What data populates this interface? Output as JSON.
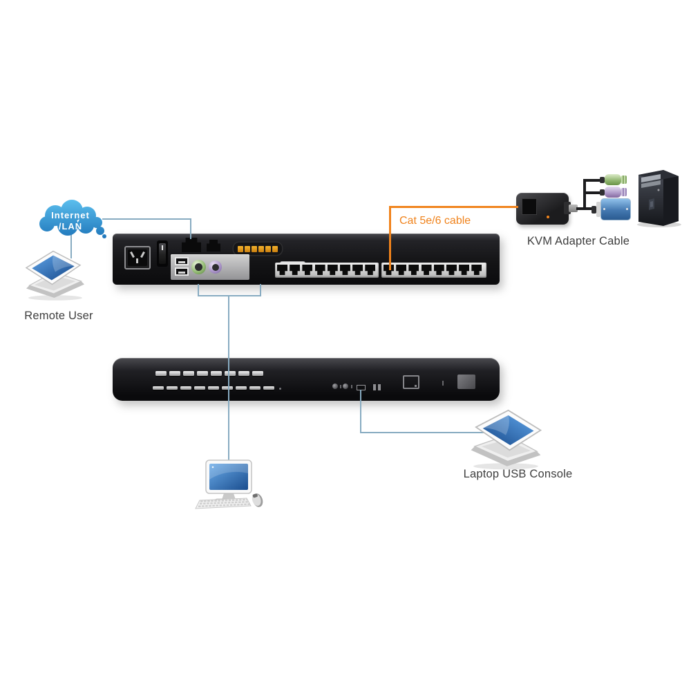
{
  "diagram": {
    "type": "kvm-switch-installation-topology",
    "cloud": {
      "line1": "Internet",
      "line2": "/LAN"
    },
    "labels": {
      "remote_user": "Remote User",
      "cat_cable": "Cat 5e/6 cable",
      "kvm_adapter_cable": "KVM Adapter Cable",
      "laptop_usb_console": "Laptop USB Console"
    },
    "rear_panel": {
      "banks": 2,
      "ports_per_bank": 8,
      "total_cpu_ports": 16
    },
    "front_panel": {
      "row1_buttons": 8,
      "row2_buttons": 9
    },
    "colors": {
      "cloud_top": "#5ec2f0",
      "cloud_bottom": "#1a70b6",
      "line_blue": "#87abc1",
      "cable_orange": "#f0831c",
      "label_text": "#3d3d3d",
      "device_body": "#141416"
    }
  }
}
